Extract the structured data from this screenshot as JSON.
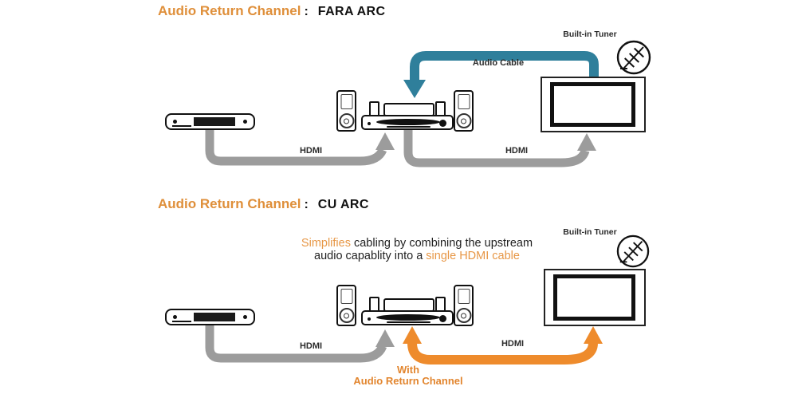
{
  "colors": {
    "accent_orange": "#df8f3a",
    "arrow_orange": "#ee8b2c",
    "arrow_teal": "#2f7f9b",
    "arrow_gray": "#9c9c9c",
    "highlight_orange": "#e79746",
    "with_label_orange": "#e2852e"
  },
  "section_fara": {
    "title": "Audio Return Channel",
    "colon": ":",
    "variant": "FARA ARC",
    "tuner_label": "Built-in Tuner",
    "audio_cable_label": "Audio Cable",
    "hdmi_player_label": "HDMI",
    "hdmi_tv_label": "HDMI"
  },
  "section_cu": {
    "title": "Audio Return Channel",
    "colon": ":",
    "variant": "CU ARC",
    "tuner_label": "Built-in Tuner",
    "description": {
      "line1_highlight": "Simplifies",
      "line1_rest": " cabling by combining the upstream",
      "line2_start": "audio capablity into a ",
      "line2_highlight": "single HDMI cable"
    },
    "hdmi_player_label": "HDMI",
    "hdmi_arc_label": "HDMI",
    "with_line1": "With",
    "with_line2": "Audio Return Channel"
  }
}
